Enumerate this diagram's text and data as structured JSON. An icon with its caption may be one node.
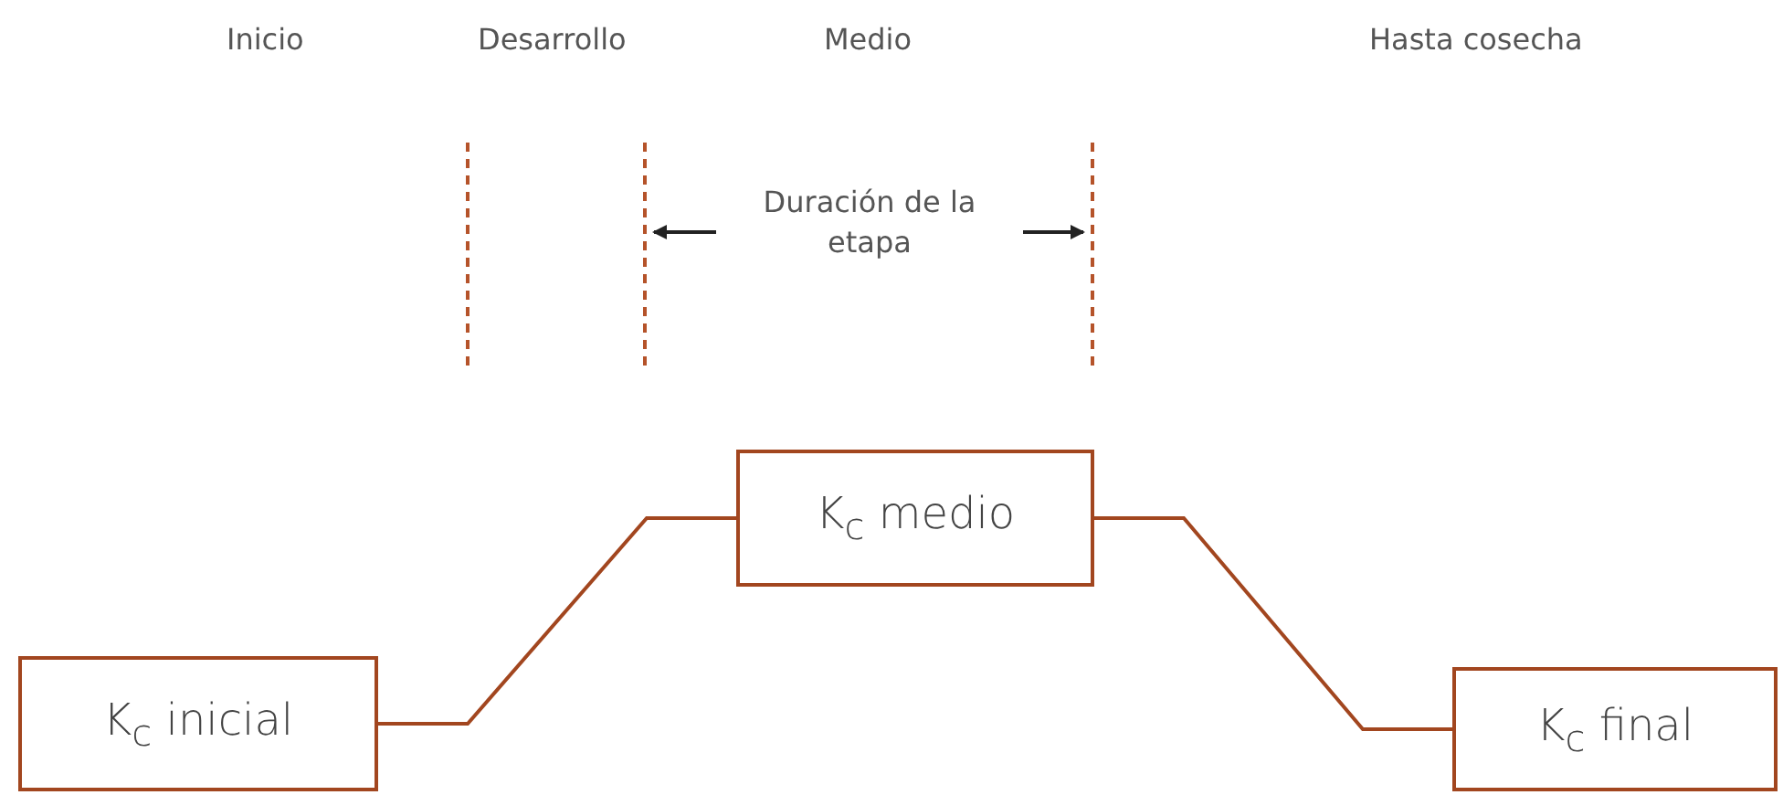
{
  "diagram": {
    "nodes": [
      {
        "text": [
          "K$_{c}$ inicial"
        ]
      },
      {
        "text": [
          "K$_{c}$ medio"
        ]
      },
      {
        "text": [
          "K$_{c}$ final"
        ]
      }
    ],
    "edges": [
      {
        "from": 0,
        "to": 1,
        "arrow": "none"
      },
      {
        "from": 1,
        "to": 2,
        "arrow": "none"
      }
    ],
    "labels": [
      "Inicio",
      "Desarrollo",
      "Medio",
      "Hasta cosecha",
      "Duración de la etapa"
    ]
  }
}
